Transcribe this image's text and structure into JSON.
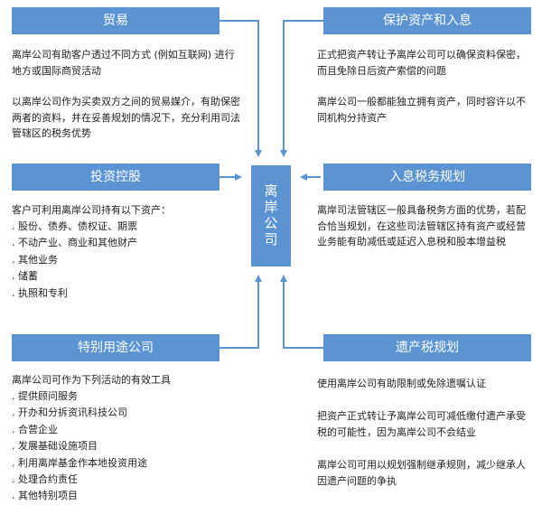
{
  "center": {
    "label": "离岸公司"
  },
  "colors": {
    "box": "#5b93d3",
    "text": "#222222",
    "background": "#ffffff"
  },
  "left": [
    {
      "title": "贸易",
      "paragraphs": [
        "离岸公司有助客户透过不同方式 (例如互联网) 进行地方或国际商贸活动",
        "以离岸公司作为买卖双方之间的贸易媒介，有助保密两者的资料，并在妥善规划的情况下，充分利用司法管辖区的税务优势"
      ]
    },
    {
      "title": "投资控股",
      "intro": "客户可利用离岸公司持有以下资产：",
      "items": [
        "股份、债券、债权证、期票",
        "不动产业、商业和其他财产",
        "其他业务",
        "储蓄",
        "执照和专利"
      ]
    },
    {
      "title": "特别用途公司",
      "intro": "离岸公司可作为下列活动的有效工具",
      "items": [
        "提供顾问服务",
        "开办和分拆资讯科技公司",
        "合营企业",
        "发展基础设施项目",
        "利用离岸基金作本地投资用途",
        "处理合约责任",
        "其他特别项目"
      ]
    }
  ],
  "right": [
    {
      "title": "保护资产和入息",
      "paragraphs": [
        "正式把资产转让予离岸公司可以确保资料保密，而且免除日后资产索偿的问题",
        "离岸公司一般都能独立拥有资产，同时容许以不同机构分持资产"
      ]
    },
    {
      "title": "入息税务规划",
      "paragraphs": [
        "离岸司法管辖区一般具备税务方面的优势，若配合恰当规划，在这些司法管辖区持有资产或经营业务能有助减低或延迟入息税和股本增益税"
      ]
    },
    {
      "title": "遗产税规划",
      "paragraphs": [
        "使用离岸公司有助限制或免除遗嘱认证",
        "把资产正式转让予离岸公司可减低缴付遗产承受税的可能性，因为离岸公司不会结业",
        "离岸公司可用以规划强制继承规则，减少继承人因遗产问题的争执"
      ]
    }
  ]
}
